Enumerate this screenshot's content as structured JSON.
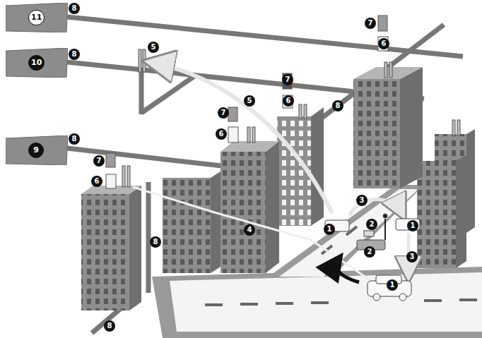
{
  "diagram": {
    "nodes": [
      {
        "text": [
          "11"
        ]
      },
      {
        "text": [
          "10"
        ]
      },
      {
        "text": [
          "9"
        ]
      }
    ],
    "labels": [
      "8",
      "7",
      "6",
      "5",
      "8",
      "7",
      "6",
      "5",
      "8",
      "7",
      "6",
      "8",
      "7",
      "6",
      "3",
      "2",
      "1",
      "1",
      "4",
      "8",
      "2",
      "3",
      "1",
      "8"
    ]
  }
}
